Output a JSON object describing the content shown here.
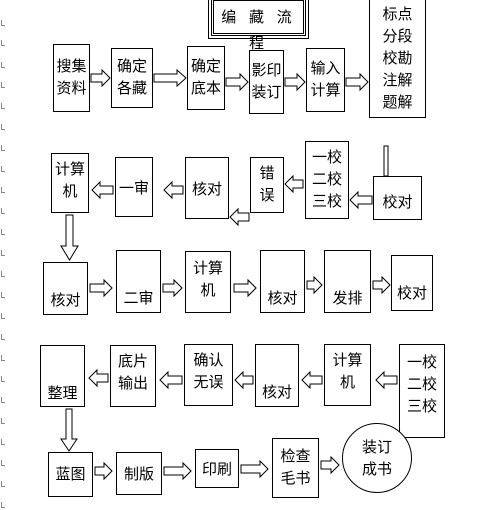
{
  "title": "编 藏 流 程",
  "boxes": {
    "collect": "搜集\n资料",
    "determine": "确定\n各藏",
    "base": "确定\n底本",
    "photocopy": "影印\n装订",
    "input": "输入\n计算",
    "annotate": "标点\n分段\n校勘\n注解\n题解",
    "computer1": "计算\n机",
    "trial1": "一审",
    "check1": "核对",
    "errors": "错\n误",
    "proof1": "一校\n二校\n三校",
    "proofread1": "校对",
    "check2": "核对",
    "trial2": "二审",
    "computer2": "计算\n机",
    "check3": "核对",
    "typeset": "发排",
    "proofread2": "校对",
    "organize": "整理",
    "film": "底片\n输出",
    "confirm": "确认\n无误",
    "check4": "核对",
    "computer3": "计算\n机",
    "proof2": "一校\n二校\n三校",
    "blueprint": "蓝图",
    "platemaking": "制版",
    "printing": "印刷",
    "inspect": "检查\n毛书",
    "bind": "装订\n成书"
  }
}
